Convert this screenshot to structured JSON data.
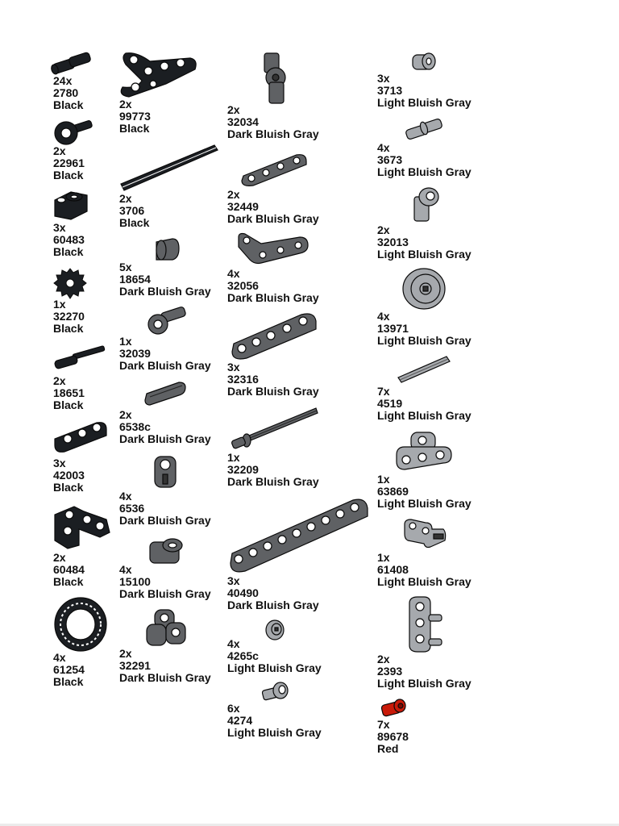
{
  "colors": {
    "Black": "#1b1e22",
    "Dark Bluish Gray": "#5f6164",
    "Light Bluish Gray": "#a6a9ad",
    "Red": "#c91a09",
    "outline": "#0a0a0a"
  },
  "parts": [
    {
      "qty": "24x",
      "id": "2780",
      "color": "Black",
      "icon": "friction-pin-icon"
    },
    {
      "qty": "2x",
      "id": "22961",
      "color": "Black",
      "icon": "pin-connector-icon"
    },
    {
      "qty": "3x",
      "id": "60483",
      "color": "Black",
      "icon": "thick-liftarm-icon"
    },
    {
      "qty": "1x",
      "id": "32270",
      "color": "Black",
      "icon": "gear-icon"
    },
    {
      "qty": "2x",
      "id": "18651",
      "color": "Black",
      "icon": "axle-pin-icon"
    },
    {
      "qty": "3x",
      "id": "42003",
      "color": "Black",
      "icon": "liftarm-icon"
    },
    {
      "qty": "2x",
      "id": "60484",
      "color": "Black",
      "icon": "t-beam-icon"
    },
    {
      "qty": "4x",
      "id": "61254",
      "color": "Black",
      "icon": "tire-icon"
    },
    {
      "qty": "2x",
      "id": "99773",
      "color": "Black",
      "icon": "triangle-liftarm-icon"
    },
    {
      "qty": "2x",
      "id": "3706",
      "color": "Black",
      "icon": "long-axle-icon"
    },
    {
      "qty": "5x",
      "id": "18654",
      "color": "Dark Bluish Gray",
      "icon": "beam-1-icon"
    },
    {
      "qty": "1x",
      "id": "32039",
      "color": "Dark Bluish Gray",
      "icon": "axle-connector-icon"
    },
    {
      "qty": "2x",
      "id": "6538c",
      "color": "Dark Bluish Gray",
      "icon": "axle-joiner-icon"
    },
    {
      "qty": "4x",
      "id": "6536",
      "color": "Dark Bluish Gray",
      "icon": "cross-block-icon"
    },
    {
      "qty": "4x",
      "id": "15100",
      "color": "Dark Bluish Gray",
      "icon": "pin-hole-icon"
    },
    {
      "qty": "2x",
      "id": "32291",
      "color": "Dark Bluish Gray",
      "icon": "double-cross-block-icon"
    },
    {
      "qty": "2x",
      "id": "32034",
      "color": "Dark Bluish Gray",
      "icon": "angle-connector-icon"
    },
    {
      "qty": "2x",
      "id": "32449",
      "color": "Dark Bluish Gray",
      "icon": "thin-liftarm-icon"
    },
    {
      "qty": "4x",
      "id": "32056",
      "color": "Dark Bluish Gray",
      "icon": "l-liftarm-icon"
    },
    {
      "qty": "3x",
      "id": "32316",
      "color": "Dark Bluish Gray",
      "icon": "beam-5-icon"
    },
    {
      "qty": "1x",
      "id": "32209",
      "color": "Dark Bluish Gray",
      "icon": "axle-with-stop-icon"
    },
    {
      "qty": "3x",
      "id": "40490",
      "color": "Dark Bluish Gray",
      "icon": "beam-9-icon"
    },
    {
      "qty": "4x",
      "id": "4265c",
      "color": "Light Bluish Gray",
      "icon": "bush-icon"
    },
    {
      "qty": "6x",
      "id": "4274",
      "color": "Light Bluish Gray",
      "icon": "pin-half-icon"
    },
    {
      "qty": "3x",
      "id": "3713",
      "color": "Light Bluish Gray",
      "icon": "bush-icon"
    },
    {
      "qty": "4x",
      "id": "3673",
      "color": "Light Bluish Gray",
      "icon": "pin-icon"
    },
    {
      "qty": "2x",
      "id": "32013",
      "color": "Light Bluish Gray",
      "icon": "angle-connector-icon"
    },
    {
      "qty": "4x",
      "id": "13971",
      "color": "Light Bluish Gray",
      "icon": "pulley-wheel-icon"
    },
    {
      "qty": "7x",
      "id": "4519",
      "color": "Light Bluish Gray",
      "icon": "axle-icon"
    },
    {
      "qty": "1x",
      "id": "63869",
      "color": "Light Bluish Gray",
      "icon": "cross-block-3-icon"
    },
    {
      "qty": "1x",
      "id": "61408",
      "color": "Light Bluish Gray",
      "icon": "connector-beam-icon"
    },
    {
      "qty": "2x",
      "id": "2393",
      "color": "Light Bluish Gray",
      "icon": "steering-arm-icon"
    },
    {
      "qty": "7x",
      "id": "89678",
      "color": "Red",
      "icon": "bush-small-icon"
    }
  ]
}
